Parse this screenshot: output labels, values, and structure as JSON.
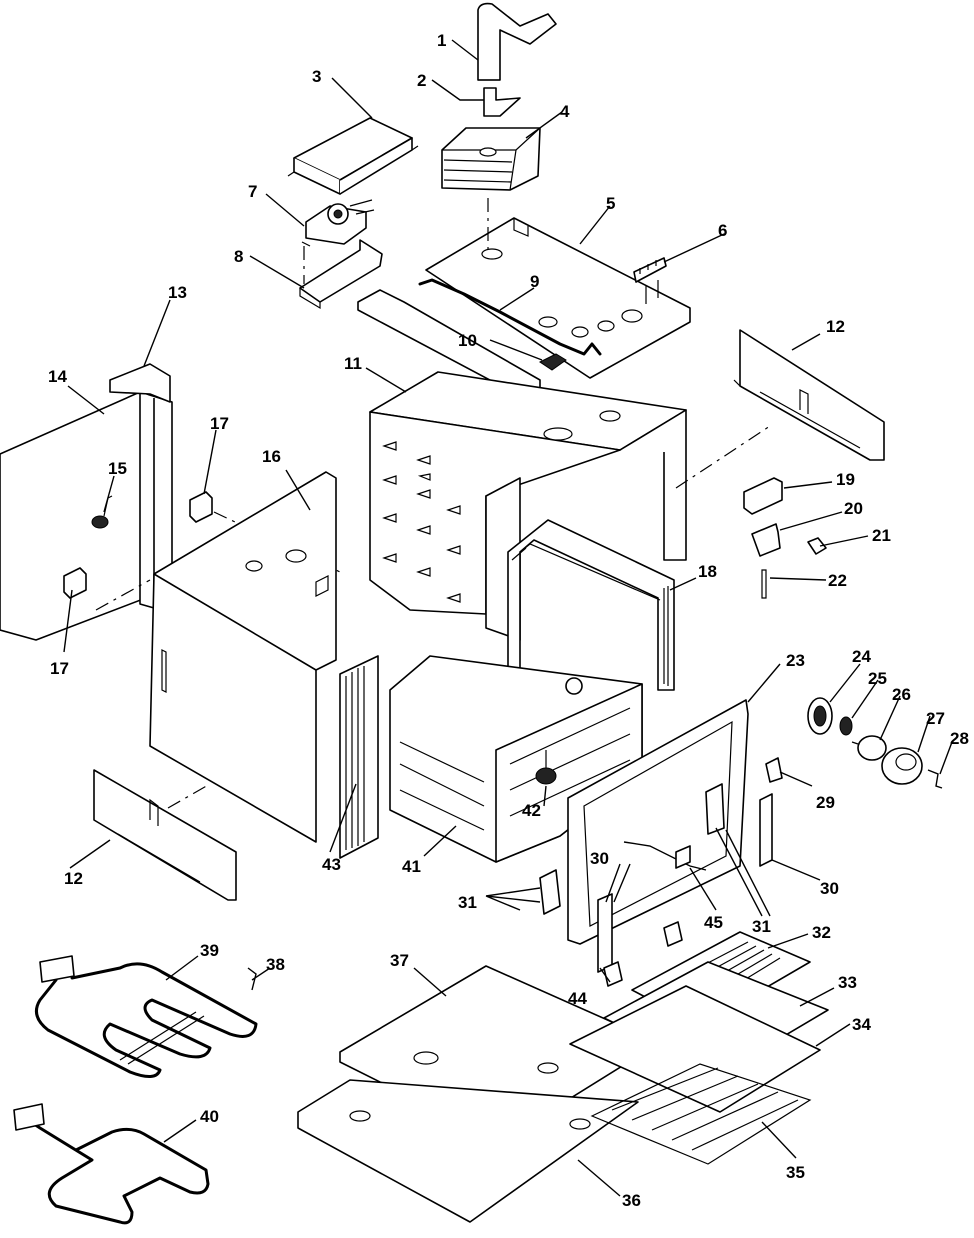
{
  "callouts": [
    {
      "id": "c1",
      "label": "1"
    },
    {
      "id": "c2",
      "label": "2"
    },
    {
      "id": "c3",
      "label": "3"
    },
    {
      "id": "c4",
      "label": "4"
    },
    {
      "id": "c5",
      "label": "5"
    },
    {
      "id": "c6",
      "label": "6"
    },
    {
      "id": "c7",
      "label": "7"
    },
    {
      "id": "c8",
      "label": "8"
    },
    {
      "id": "c9",
      "label": "9"
    },
    {
      "id": "c10",
      "label": "10"
    },
    {
      "id": "c11",
      "label": "11"
    },
    {
      "id": "c12a",
      "label": "12"
    },
    {
      "id": "c12b",
      "label": "12"
    },
    {
      "id": "c13",
      "label": "13"
    },
    {
      "id": "c14",
      "label": "14"
    },
    {
      "id": "c15",
      "label": "15"
    },
    {
      "id": "c16",
      "label": "16"
    },
    {
      "id": "c17a",
      "label": "17"
    },
    {
      "id": "c17b",
      "label": "17"
    },
    {
      "id": "c18",
      "label": "18"
    },
    {
      "id": "c19",
      "label": "19"
    },
    {
      "id": "c20",
      "label": "20"
    },
    {
      "id": "c21",
      "label": "21"
    },
    {
      "id": "c22",
      "label": "22"
    },
    {
      "id": "c23",
      "label": "23"
    },
    {
      "id": "c24",
      "label": "24"
    },
    {
      "id": "c25",
      "label": "25"
    },
    {
      "id": "c26",
      "label": "26"
    },
    {
      "id": "c27",
      "label": "27"
    },
    {
      "id": "c28",
      "label": "28"
    },
    {
      "id": "c29",
      "label": "29"
    },
    {
      "id": "c30a",
      "label": "30"
    },
    {
      "id": "c30b",
      "label": "30"
    },
    {
      "id": "c31a",
      "label": "31"
    },
    {
      "id": "c31b",
      "label": "31"
    },
    {
      "id": "c32",
      "label": "32"
    },
    {
      "id": "c33",
      "label": "33"
    },
    {
      "id": "c34",
      "label": "34"
    },
    {
      "id": "c35",
      "label": "35"
    },
    {
      "id": "c36",
      "label": "36"
    },
    {
      "id": "c37",
      "label": "37"
    },
    {
      "id": "c38",
      "label": "38"
    },
    {
      "id": "c39",
      "label": "39"
    },
    {
      "id": "c40",
      "label": "40"
    },
    {
      "id": "c41",
      "label": "41"
    },
    {
      "id": "c42",
      "label": "42"
    },
    {
      "id": "c43",
      "label": "43"
    },
    {
      "id": "c44",
      "label": "44"
    },
    {
      "id": "c45",
      "label": "45"
    }
  ]
}
